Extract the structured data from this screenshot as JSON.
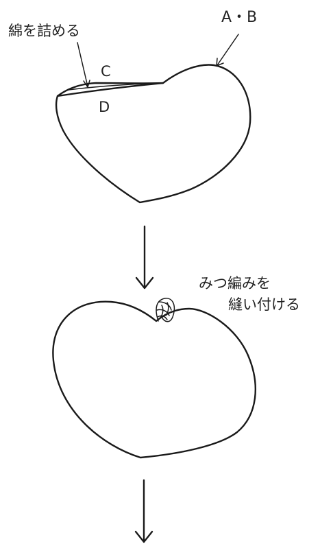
{
  "labels": {
    "stuff_cotton": "綿を詰める",
    "a_b": "A・B",
    "c": "C",
    "d": "D",
    "braid_line1": "みつ編みを",
    "braid_line2": "縫い付ける"
  },
  "colors": {
    "line": "#1a1a1a",
    "text": "#222222",
    "background": "#ffffff"
  }
}
